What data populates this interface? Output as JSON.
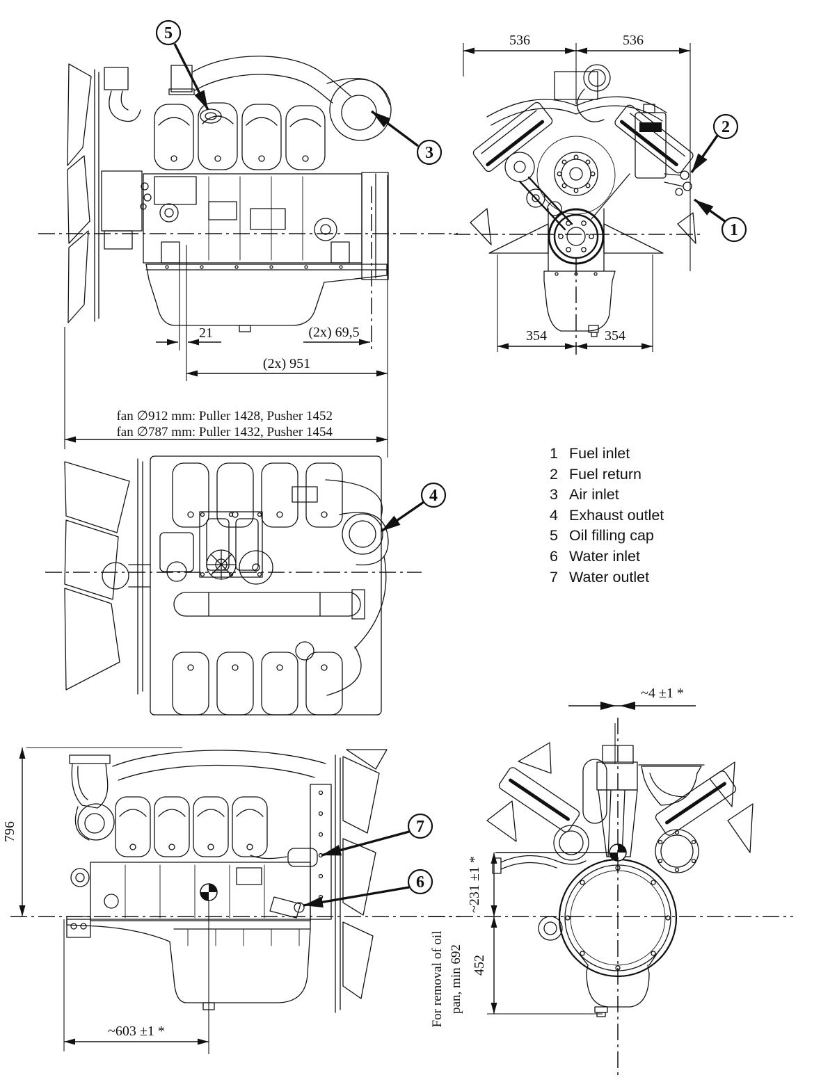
{
  "colors": {
    "line": "#111111",
    "background": "#ffffff"
  },
  "legend": {
    "items": [
      {
        "num": "1",
        "label": "Fuel inlet"
      },
      {
        "num": "2",
        "label": "Fuel return"
      },
      {
        "num": "3",
        "label": "Air inlet"
      },
      {
        "num": "4",
        "label": "Exhaust outlet"
      },
      {
        "num": "5",
        "label": "Oil filling cap"
      },
      {
        "num": "6",
        "label": "Water inlet"
      },
      {
        "num": "7",
        "label": "Water outlet"
      }
    ]
  },
  "views": {
    "side_top": {
      "callout_oil_cap": "5",
      "callout_air_inlet": "3",
      "dim_21": "21",
      "dim_69_5": "(2x) 69,5",
      "dim_951": "(2x) 951",
      "fan_note_1": "fan ∅912 mm: Puller 1428, Pusher 1452",
      "fan_note_2": "fan ∅787 mm: Puller 1432, Pusher 1454"
    },
    "front": {
      "dim_top_left": "536",
      "dim_top_right": "536",
      "dim_bottom_left": "354",
      "dim_bottom_right": "354",
      "callout_fuel_return": "2",
      "callout_fuel_inlet": "1"
    },
    "top": {
      "callout_exhaust_outlet": "4"
    },
    "side_bottom": {
      "dim_height": "796",
      "dim_cg": "~603 ±1 *",
      "callout_water_outlet": "7",
      "callout_water_inlet": "6"
    },
    "rear": {
      "dim_offset": "~4 ±1 *",
      "dim_cg_height": "~231 ±1 *",
      "dim_pan_depth": "452",
      "note_line_1": "For removal of oil",
      "note_line_2": "pan, min 692"
    }
  }
}
